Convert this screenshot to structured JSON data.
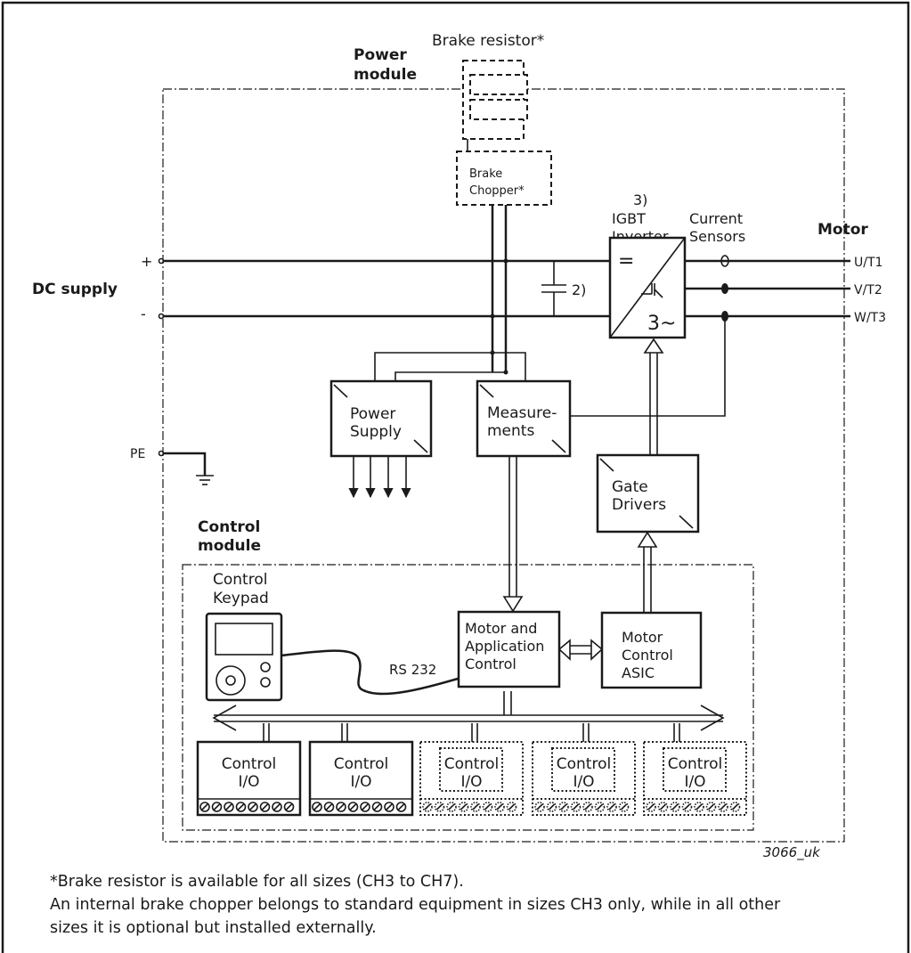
{
  "labels": {
    "brake_resistor": "Brake resistor*",
    "power_module_1": "Power",
    "power_module_2": "module",
    "brake_chopper_1": "Brake",
    "brake_chopper_2": "Chopper*",
    "note_3": "3)",
    "igbt_1": "IGBT",
    "igbt_2": "Inverter",
    "current_1": "Current",
    "current_2": "Sensors",
    "motor": "Motor",
    "plus": "+",
    "minus": "-",
    "dc_supply": "DC supply",
    "note_2": "2)",
    "inverter_eq": "=",
    "inverter_ac": "3~",
    "u": "U/T1",
    "v": "V/T2",
    "w": "W/T3",
    "power_supply_1": "Power",
    "power_supply_2": "Supply",
    "measure_1": "Measure-",
    "measure_2": "ments",
    "pe": "PE",
    "gate_1": "Gate",
    "gate_2": "Drivers",
    "control_module_1": "Control",
    "control_module_2": "module",
    "keypad_1": "Control",
    "keypad_2": "Keypad",
    "mac_1": "Motor and",
    "mac_2": "Application",
    "mac_3": "Control",
    "asic_1": "Motor",
    "asic_2": "Control",
    "asic_3": "ASIC",
    "rs232": "RS 232",
    "io_1": "Control",
    "io_2": "I/O",
    "figure_code": "3066_uk"
  },
  "footnotes": {
    "line1": "*Brake resistor is available for all sizes (CH3 to CH7).",
    "line2": "An internal brake chopper belongs to standard equipment in sizes CH3 only, while in all other",
    "line3": "sizes it is optional but installed externally."
  }
}
